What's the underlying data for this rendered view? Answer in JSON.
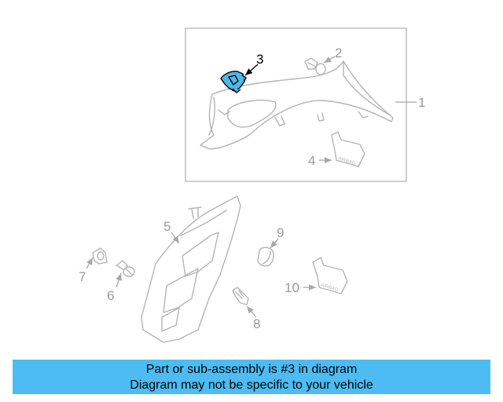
{
  "callouts": {
    "c1": "1",
    "c2": "2",
    "c3": "3",
    "c4": "4",
    "c5": "5",
    "c6": "6",
    "c7": "7",
    "c8": "8",
    "c9": "9",
    "c10": "10"
  },
  "labels": {
    "airbag_upper": "AIRBAG",
    "airbag_lower": "AIRBAG"
  },
  "highlight_color": "#4fb9e6",
  "banner": {
    "line1": "Part or sub-assembly is #3 in diagram",
    "line2": "Diagram may not be specific to your vehicle",
    "color": "#4dbcf2"
  }
}
